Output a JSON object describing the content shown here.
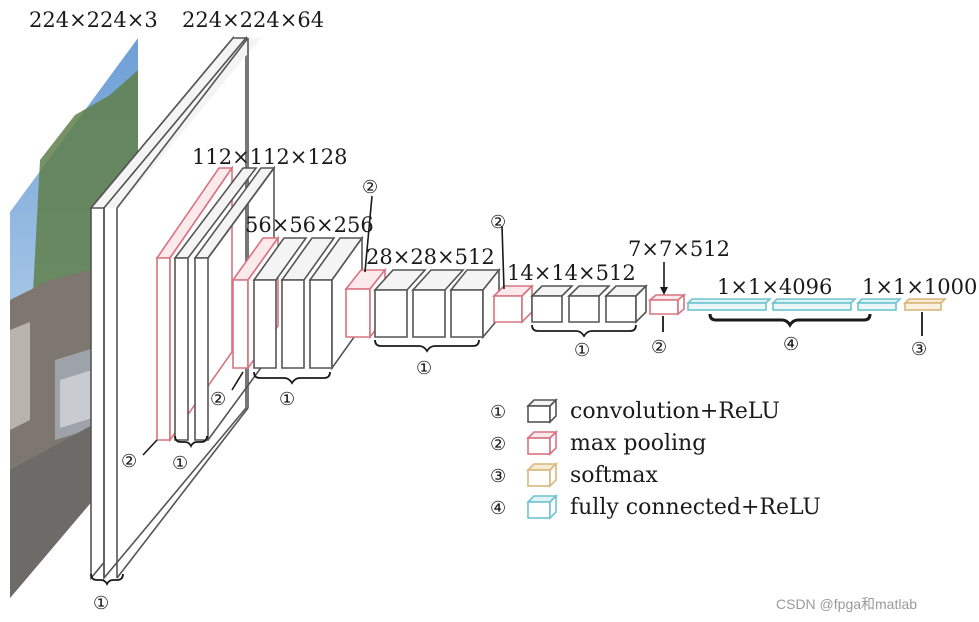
{
  "dims": {
    "input": "224×224×3",
    "conv1": "224×224×64",
    "conv2": "112×112×128",
    "conv3": "56×56×256",
    "conv4": "28×28×512",
    "conv5": "14×14×512",
    "pool5": "7×7×512",
    "fc": "1×1×4096",
    "softmax": "1×1×1000"
  },
  "markers": {
    "conv": "①",
    "pool": "②",
    "softmax": "③",
    "fc": "④"
  },
  "legend": [
    {
      "marker": "①",
      "label": "convolution+ReLU",
      "color": "#555555"
    },
    {
      "marker": "②",
      "label": "max pooling",
      "color": "#d9737f"
    },
    {
      "marker": "③",
      "label": "softmax",
      "color": "#d8b77a"
    },
    {
      "marker": "④",
      "label": "fully connected+ReLU",
      "color": "#6ec3cf"
    }
  ],
  "colors": {
    "conv": "#555555",
    "pool": "#d9737f",
    "softmax": "#d8b77a",
    "fc": "#6ec3cf"
  },
  "watermark": "CSDN @fpga和matlab"
}
